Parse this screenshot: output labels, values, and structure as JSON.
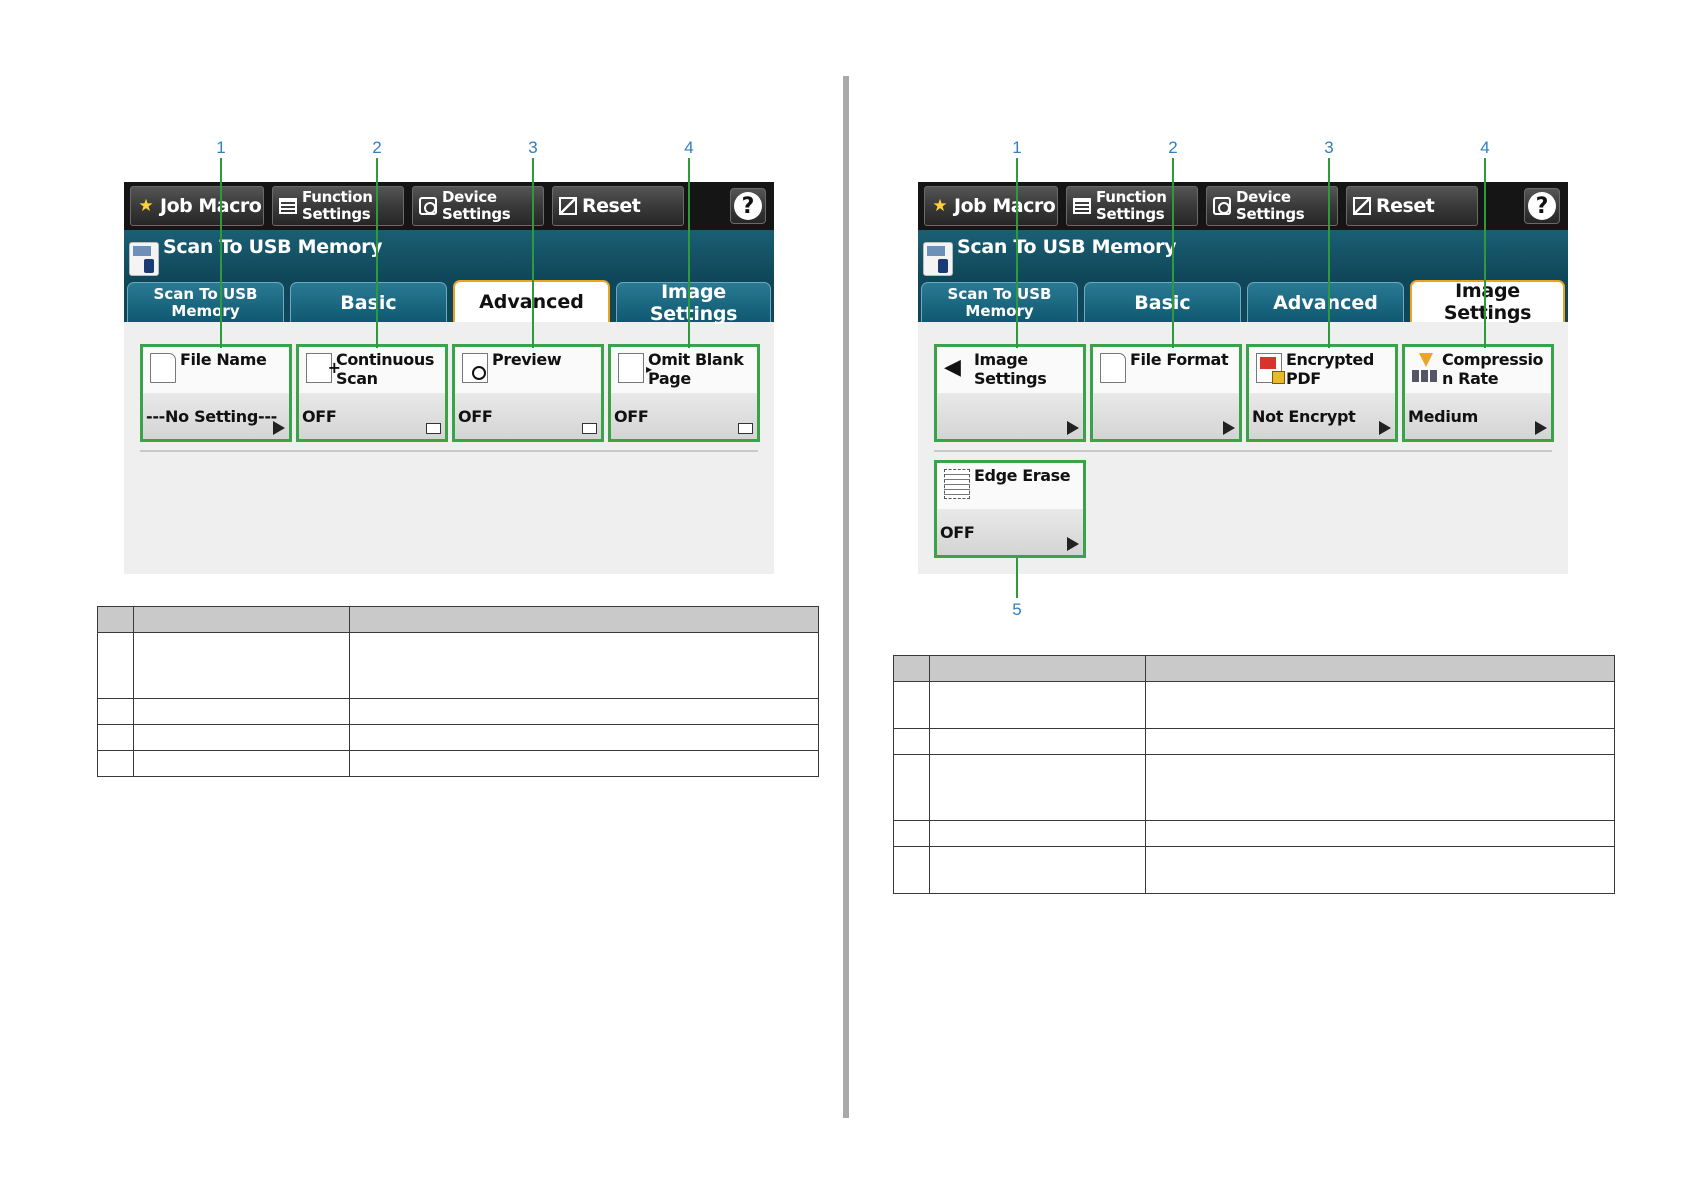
{
  "screens": [
    {
      "topbar": {
        "job_macro": "Job Macro",
        "function_settings": "Function\nSettings",
        "device_settings": "Device\nSettings",
        "reset": "Reset",
        "help": "?"
      },
      "title": "Scan To USB Memory",
      "tabs": [
        "Scan To USB\nMemory",
        "Basic",
        "Advanced",
        "Image Settings"
      ],
      "active_tab": "Advanced",
      "tiles": [
        {
          "name": "File Name",
          "value": "---No Setting---",
          "indicator": "arrow",
          "icon": "file-icon"
        },
        {
          "name": "Continuous\nScan",
          "value": "OFF",
          "indicator": "checkbox",
          "icon": "continuous-scan-icon"
        },
        {
          "name": "Preview",
          "value": "OFF",
          "indicator": "checkbox",
          "icon": "preview-icon"
        },
        {
          "name": "Omit Blank\nPage",
          "value": "OFF",
          "indicator": "checkbox",
          "icon": "omit-blank-page-icon"
        }
      ],
      "callouts": [
        "1",
        "2",
        "3",
        "4"
      ]
    },
    {
      "topbar": {
        "job_macro": "Job Macro",
        "function_settings": "Function\nSettings",
        "device_settings": "Device\nSettings",
        "reset": "Reset",
        "help": "?"
      },
      "title": "Scan To USB Memory",
      "tabs": [
        "Scan To USB\nMemory",
        "Basic",
        "Advanced",
        "Image Settings"
      ],
      "active_tab": "Image Settings",
      "tiles": [
        {
          "name": "Image\nSettings",
          "value": "",
          "indicator": "arrow",
          "icon": "image-settings-icon"
        },
        {
          "name": "File Format",
          "value": "",
          "indicator": "arrow",
          "icon": "file-format-icon"
        },
        {
          "name": "Encrypted\nPDF",
          "value": "Not Encrypt",
          "indicator": "arrow",
          "icon": "encrypted-pdf-icon"
        },
        {
          "name": "Compressio\nn Rate",
          "value": "Medium",
          "indicator": "arrow",
          "icon": "compression-rate-icon"
        },
        {
          "name": "Edge Erase",
          "value": "OFF",
          "indicator": "arrow",
          "icon": "edge-erase-icon"
        }
      ],
      "callouts": [
        "1",
        "2",
        "3",
        "4",
        "5"
      ]
    }
  ],
  "colors": {
    "tile_border": "#3aa34a",
    "callout_line": "#2f9a3c",
    "callout_number": "#2f7fc1",
    "title_bar": "#0f4659",
    "active_tab_border": "#e8a51c"
  }
}
